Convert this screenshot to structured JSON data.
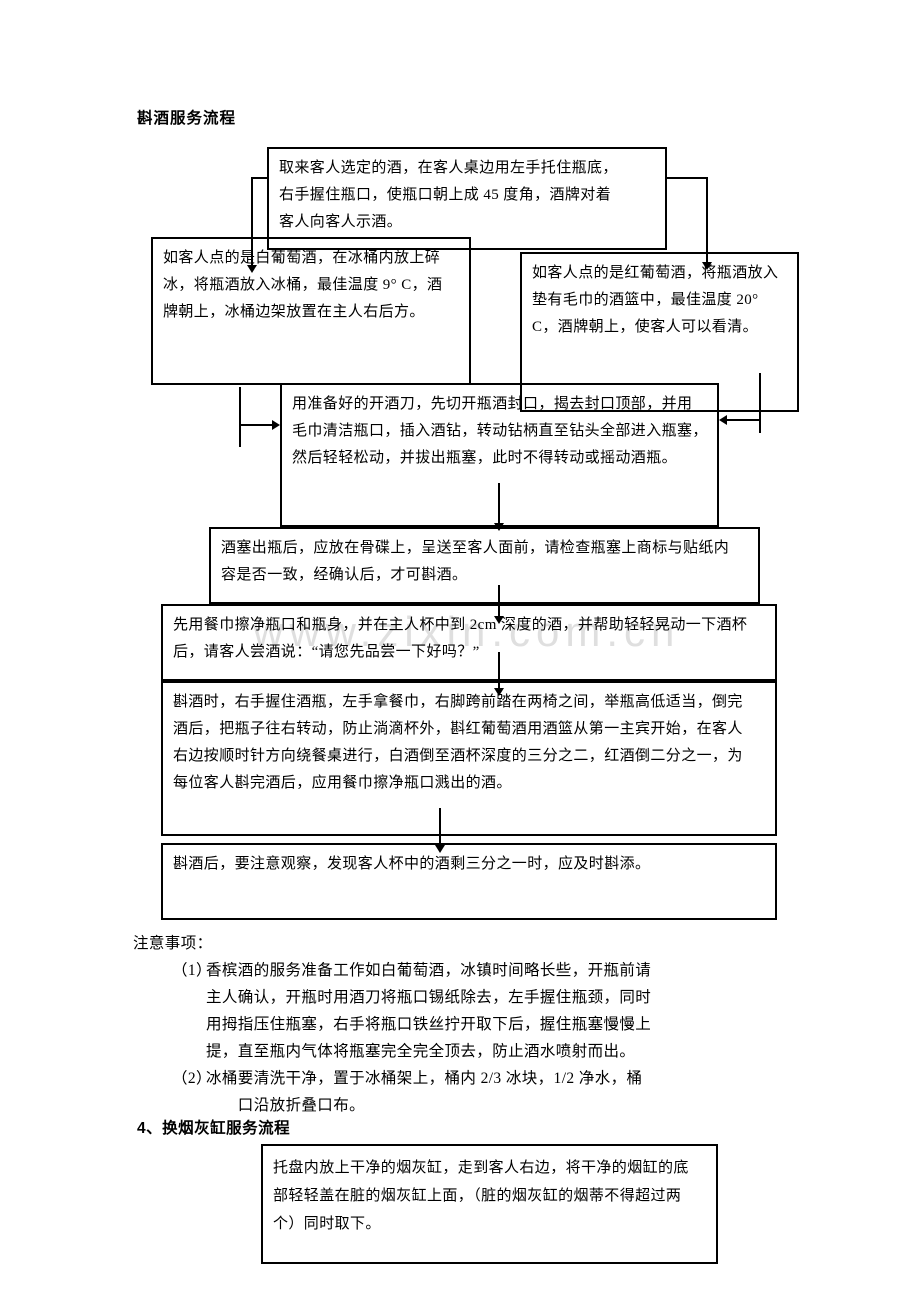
{
  "page": {
    "title": "斟酒服务流程",
    "watermark": "www.zixin.com.cn",
    "section2_title": "4、换烟灰缸服务流程"
  },
  "flowchart": {
    "boxes": [
      {
        "id": "present-wine",
        "text": "取来客人选定的酒，在客人桌边用左手托住瓶底，\n右手握住瓶口，使瓶口朝上成 45 度角，酒牌对着\n客人向客人示酒。"
      },
      {
        "id": "white-wine",
        "text": "如客人点的是白葡萄酒，在冰桶内放上碎\n冰，将瓶酒放入冰桶，最佳温度 9° C，酒\n牌朝上，冰桶边架放置在主人右后方。"
      },
      {
        "id": "red-wine",
        "text": "如客人点的是红葡萄酒，将瓶酒放入\n垫有毛巾的酒篮中，最佳温度 20°\nC，酒牌朝上，使客人可以看清。"
      },
      {
        "id": "open-bottle",
        "text": "用准备好的开酒刀，先切开瓶酒封口，揭去封口顶部，并用\n毛巾清洁瓶口，插入酒钻，转动钻柄直至钻头全部进入瓶塞，\n然后轻轻松动，并拔出瓶塞，此时不得转动或摇动酒瓶。"
      },
      {
        "id": "check-cork",
        "text": "酒塞出瓶后，应放在骨碟上，呈送至客人面前，请检查瓶塞上商标与贴纸内\n容是否一致，经确认后，才可斟酒。"
      },
      {
        "id": "taste-wine",
        "text": "先用餐巾擦净瓶口和瓶身，并在主人杯中到 2cm 深度的酒，并帮助轻轻晃动一下酒杯\n后，请客人尝酒说：“请您先品尝一下好吗？”"
      },
      {
        "id": "pour-wine",
        "text": "斟酒时，右手握住酒瓶，左手拿餐巾，右脚跨前踏在两椅之间，举瓶高低适当，倒完\n酒后，把瓶子往右转动，防止淌滴杯外，斟红葡萄酒用酒篮从第一主宾开始，在客人\n右边按顺时针方向绕餐桌进行，白酒倒至酒杯深度的三分之二，红酒倒二分之一，为\n每位客人斟完酒后，应用餐巾擦净瓶口溅出的酒。"
      },
      {
        "id": "refill-wine",
        "text": "斟酒后，要注意观察，发现客人杯中的酒剩三分之一时，应及时斟添。"
      }
    ]
  },
  "notes": {
    "heading": "注意事项：",
    "items": [
      {
        "num": "（1）",
        "text": "香槟酒的服务准备工作如白葡萄酒，冰镇时间略长些，开瓶前请\n主人确认，开瓶时用酒刀将瓶口锡纸除去，左手握住瓶颈，同时\n用拇指压住瓶塞，右手将瓶口铁丝拧开取下后，握住瓶塞慢慢上\n提，直至瓶内气体将瓶塞完全完全顶去，防止酒水喷射而出。"
      },
      {
        "num": "（2）",
        "text": "冰桶要清洗干净，置于冰桶架上，桶内 2/3 冰块，1/2 净水，桶\n　　口沿放折叠口布。"
      }
    ]
  },
  "ashtray": {
    "text": "托盘内放上干净的烟灰缸，走到客人右边，将干净的烟缸的底\n部轻轻盖在脏的烟灰缸上面，（脏的烟灰缸的烟蒂不得超过两\n个）同时取下。"
  },
  "colors": {
    "line": "#000000",
    "text": "#000000",
    "watermark": "#cfcfcf",
    "background": "#ffffff"
  }
}
